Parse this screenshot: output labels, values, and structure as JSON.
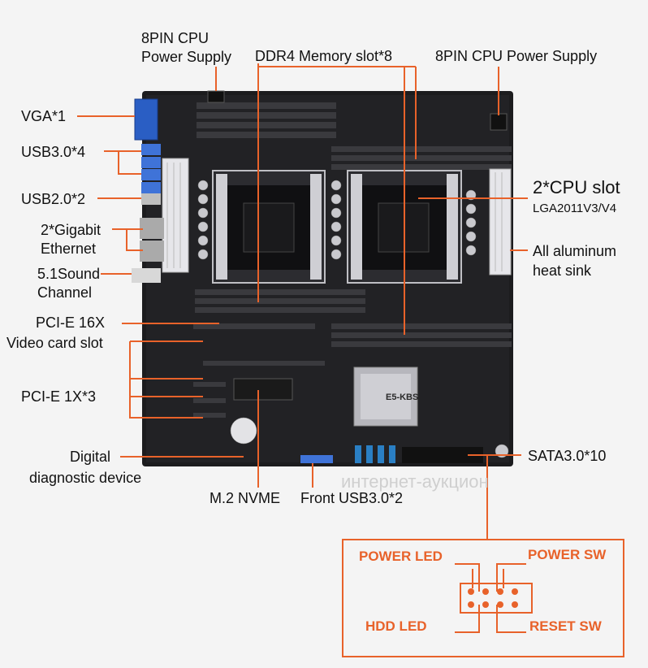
{
  "labels": {
    "cpu_power_left": [
      "8PIN CPU",
      "Power Supply"
    ],
    "ddr4": "DDR4 Memory slot*8",
    "cpu_power_right": "8PIN CPU Power Supply",
    "vga": "VGA*1",
    "usb3": "USB3.0*4",
    "usb2": "USB2.0*2",
    "ethernet": [
      "2*Gigabit",
      "Ethernet"
    ],
    "sound": [
      "5.1Sound",
      "Channel"
    ],
    "pcie16": [
      "PCI-E 16X",
      "Video card slot"
    ],
    "pcie1": "PCI-E 1X*3",
    "digital": [
      "Digital",
      "diagnostic device"
    ],
    "m2": "M.2 NVME",
    "front_usb": "Front USB3.0*2",
    "sata": "SATA3.0*10",
    "cpu_slot": [
      "2*CPU slot",
      "LGA2011V3/V4"
    ],
    "heatsink": [
      "All aluminum",
      "heat sink"
    ]
  },
  "pin_header": {
    "power_led": "POWER LED",
    "power_sw": "POWER SW",
    "hdd_led": "HDD  LED",
    "reset_sw": "RESET SW"
  },
  "board_text": {
    "chip_brand": "E5-KBS"
  },
  "watermark": "интернет-аукцион",
  "colors": {
    "accent": "#e8622a",
    "board": "#1c1c1e",
    "sata_port": "#2a7fc4",
    "heatsink": "#e6e6ea"
  }
}
